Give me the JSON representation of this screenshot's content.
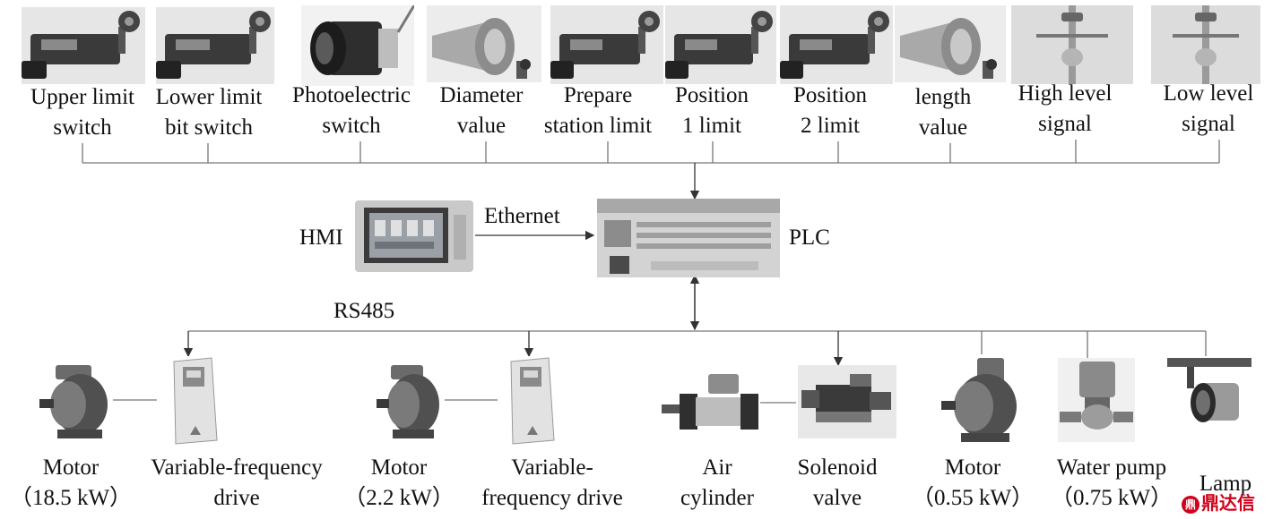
{
  "sensors": [
    {
      "line1": "Upper limit",
      "line2": "switch",
      "icon": "limit-switch-icon"
    },
    {
      "line1": "Lower limit",
      "line2": "bit switch",
      "icon": "limit-switch-icon"
    },
    {
      "line1": "Photoelectric",
      "line2": "switch",
      "icon": "photoelectric-sensor-icon"
    },
    {
      "line1": "Diameter",
      "line2": "value",
      "icon": "encoder-icon"
    },
    {
      "line1": "Prepare",
      "line2": "station limit",
      "icon": "limit-switch-icon"
    },
    {
      "line1": "Position",
      "line2": "1 limit",
      "icon": "limit-switch-icon"
    },
    {
      "line1": "Position",
      "line2": "2 limit",
      "icon": "limit-switch-icon"
    },
    {
      "line1": "length",
      "line2": "value",
      "icon": "encoder-icon"
    },
    {
      "line1": "High level",
      "line2": "signal",
      "icon": "level-switch-icon"
    },
    {
      "line1": "Low level",
      "line2": "signal",
      "icon": "level-switch-icon"
    }
  ],
  "controller": {
    "hmi": "HMI",
    "plc": "PLC",
    "ethernet": "Ethernet",
    "rs485": "RS485"
  },
  "actuators": [
    {
      "line1": "Motor",
      "line2": "（18.5 kW）",
      "icon": "motor-icon"
    },
    {
      "line1": "Variable-frequency",
      "line2": "drive",
      "icon": "vfd-icon"
    },
    {
      "line1": "Motor",
      "line2": "（2.2 kW）",
      "icon": "motor-icon"
    },
    {
      "line1": "Variable-",
      "line2": "frequency drive",
      "icon": "vfd-icon"
    },
    {
      "line1": "Air",
      "line2": "cylinder",
      "icon": "air-cylinder-icon"
    },
    {
      "line1": "Solenoid",
      "line2": "valve",
      "icon": "solenoid-valve-icon"
    },
    {
      "line1": "Motor",
      "line2": "（0.55 kW）",
      "icon": "motor-icon"
    },
    {
      "line1": "Water pump",
      "line2": "（0.75 kW）",
      "icon": "water-pump-icon"
    },
    {
      "line1": "Lamp",
      "line2": "",
      "icon": "lamp-icon"
    }
  ],
  "watermark": {
    "text": "鼎达信",
    "seal": "鼎"
  }
}
